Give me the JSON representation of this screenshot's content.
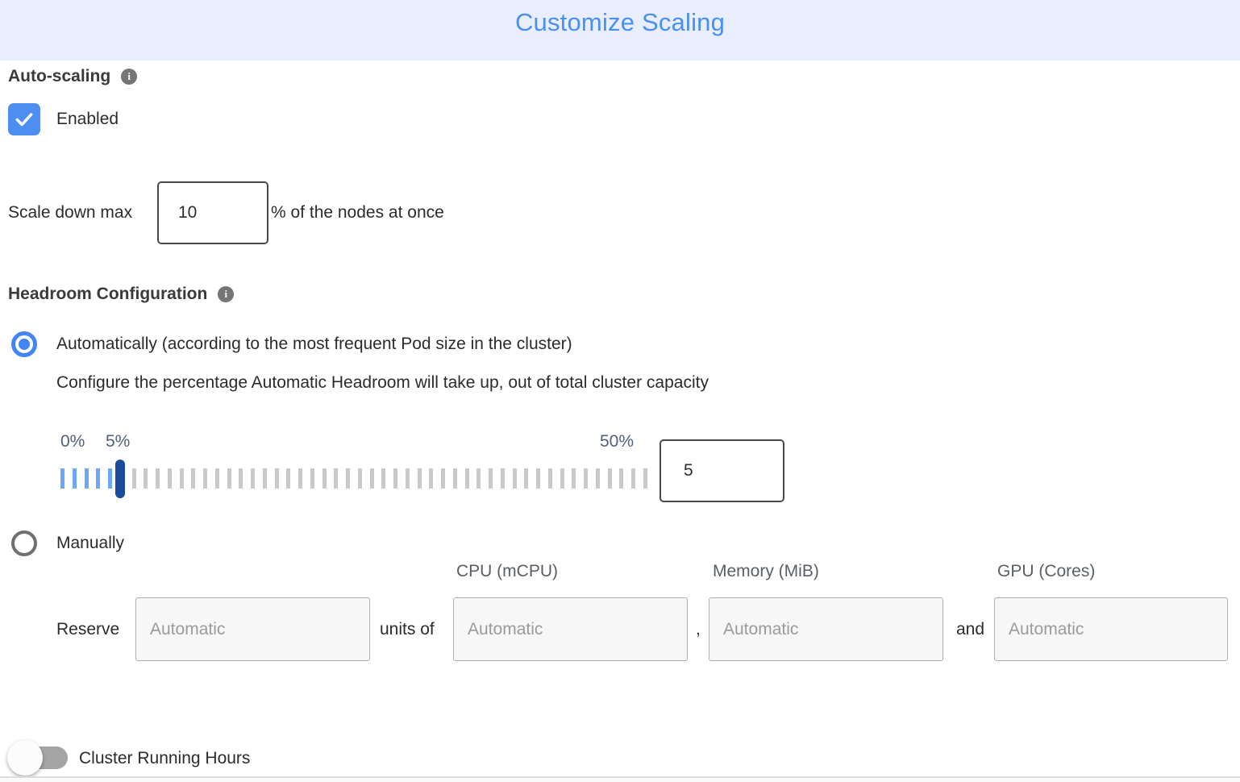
{
  "header": {
    "title": "Customize Scaling"
  },
  "auto_scaling": {
    "label": "Auto-scaling",
    "enabled_label": "Enabled",
    "checkbox_checked": true,
    "scale_down": {
      "prefix": "Scale down max",
      "value": "10",
      "suffix": "% of the nodes at once"
    }
  },
  "headroom": {
    "label": "Headroom Configuration",
    "automatic_option": "Automatically (according to the most frequent Pod size in the cluster)",
    "automatic_description": "Configure the percentage Automatic Headroom will take up, out of total cluster capacity",
    "slider": {
      "min_label": "0%",
      "current_label": "5%",
      "max_label": "50%",
      "value": "5",
      "tick_count": 50,
      "active_ticks": 5
    },
    "manual_option": "Manually",
    "reserve": {
      "label": "Reserve",
      "units_of": "units of",
      "comma": ",",
      "and": "and",
      "columns": [
        "CPU (mCPU)",
        "Memory (MiB)",
        "GPU (Cores)"
      ],
      "placeholders": {
        "count": "Automatic",
        "cpu": "Automatic",
        "memory": "Automatic",
        "gpu": "Automatic"
      }
    }
  },
  "cluster_running_hours": {
    "label": "Cluster Running Hours",
    "toggle_on": false
  },
  "info_icon_glyph": "i",
  "colors": {
    "header_bg": "#E8EEFB",
    "title_blue": "#4990F2",
    "accent_blue": "#4285F4",
    "checkbox_blue": "#4C8FF0",
    "tick_blue": "#6CA8F7",
    "tick_gray": "#C9C9C9",
    "handle_dark_blue": "#1B4C9C",
    "toggle_track_gray": "#A5A5A5"
  }
}
